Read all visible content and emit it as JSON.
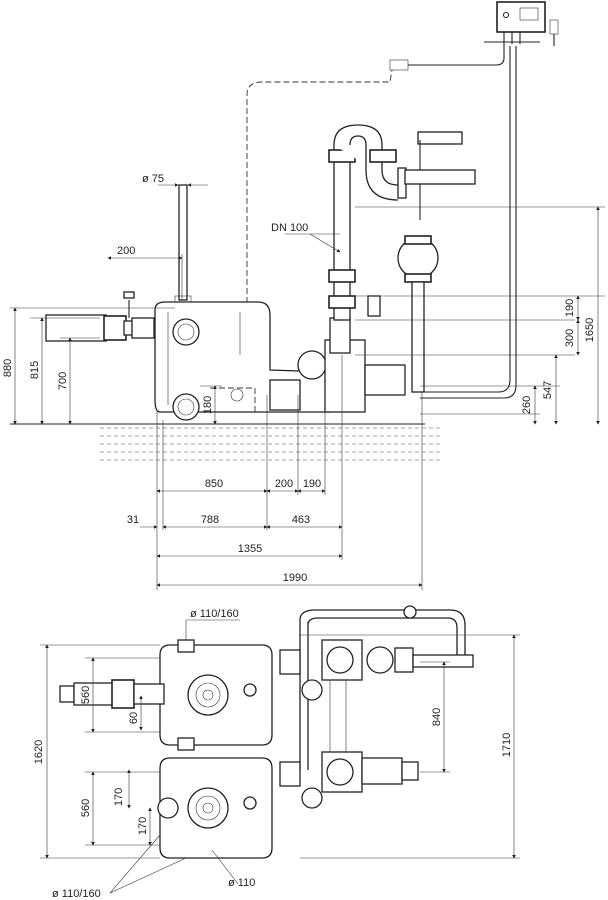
{
  "side_view": {
    "heights_left": [
      "880",
      "815",
      "700",
      "180"
    ],
    "heights_right": [
      "190",
      "300",
      "1650",
      "547",
      "260"
    ],
    "pipe_labels": [
      "ø 75",
      "200",
      "DN 100"
    ],
    "bottom_dims": {
      "row1": [
        "850",
        "200",
        "190"
      ],
      "row2": [
        "31",
        "788",
        "463"
      ],
      "row3": [
        "1355"
      ],
      "row4": [
        "1990"
      ]
    }
  },
  "top_view": {
    "labels": [
      "ø 110/160",
      "ø 110/160",
      "ø 110"
    ],
    "left_dims": [
      "1620",
      "560",
      "560"
    ],
    "inner_dims": [
      "60",
      "170",
      "170"
    ],
    "right_dims": [
      "840",
      "1710"
    ]
  }
}
